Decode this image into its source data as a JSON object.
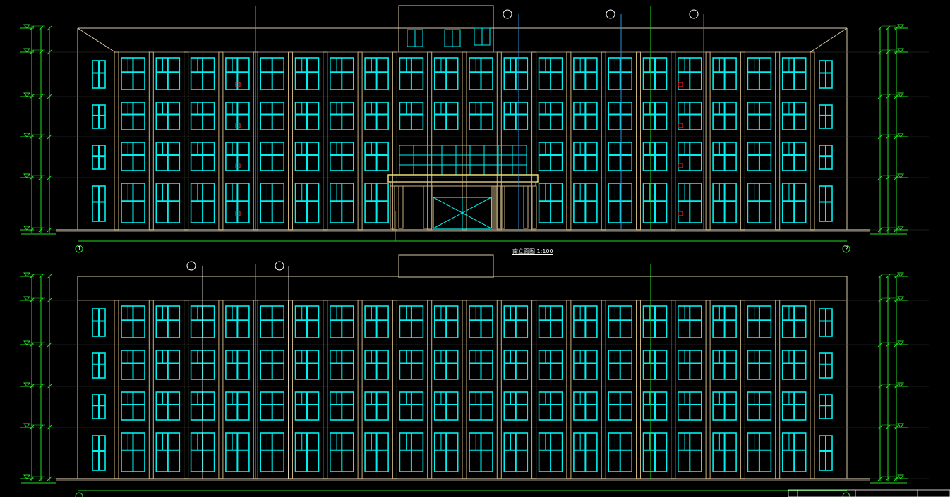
{
  "drawing": {
    "elevation_title": "南立面图 1:100",
    "axis_start": "1",
    "axis_end": "2",
    "colors": {
      "background": "#000000",
      "outline": "#d8c8a8",
      "pilaster": "#c9b080",
      "glass": "#00f0f0",
      "dimension": "#22dd22",
      "leader": "#2a8fd8",
      "entrance": "#e8e070",
      "accent": "#ff2a2a"
    }
  }
}
